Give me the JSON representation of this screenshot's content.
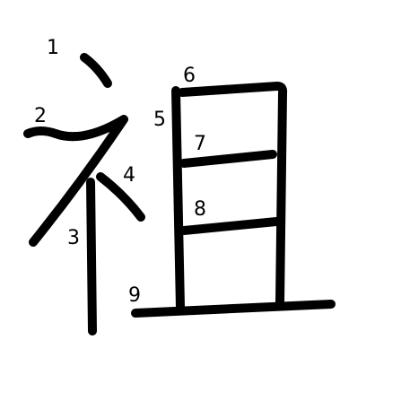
{
  "character": {
    "strokes": [
      {
        "number": "1"
      },
      {
        "number": "2"
      },
      {
        "number": "3"
      },
      {
        "number": "4"
      },
      {
        "number": "5"
      },
      {
        "number": "6"
      },
      {
        "number": "7"
      },
      {
        "number": "8"
      },
      {
        "number": "9"
      }
    ]
  },
  "colors": {
    "background": "#ffffff",
    "stroke": "#000000",
    "label": "#000000"
  }
}
